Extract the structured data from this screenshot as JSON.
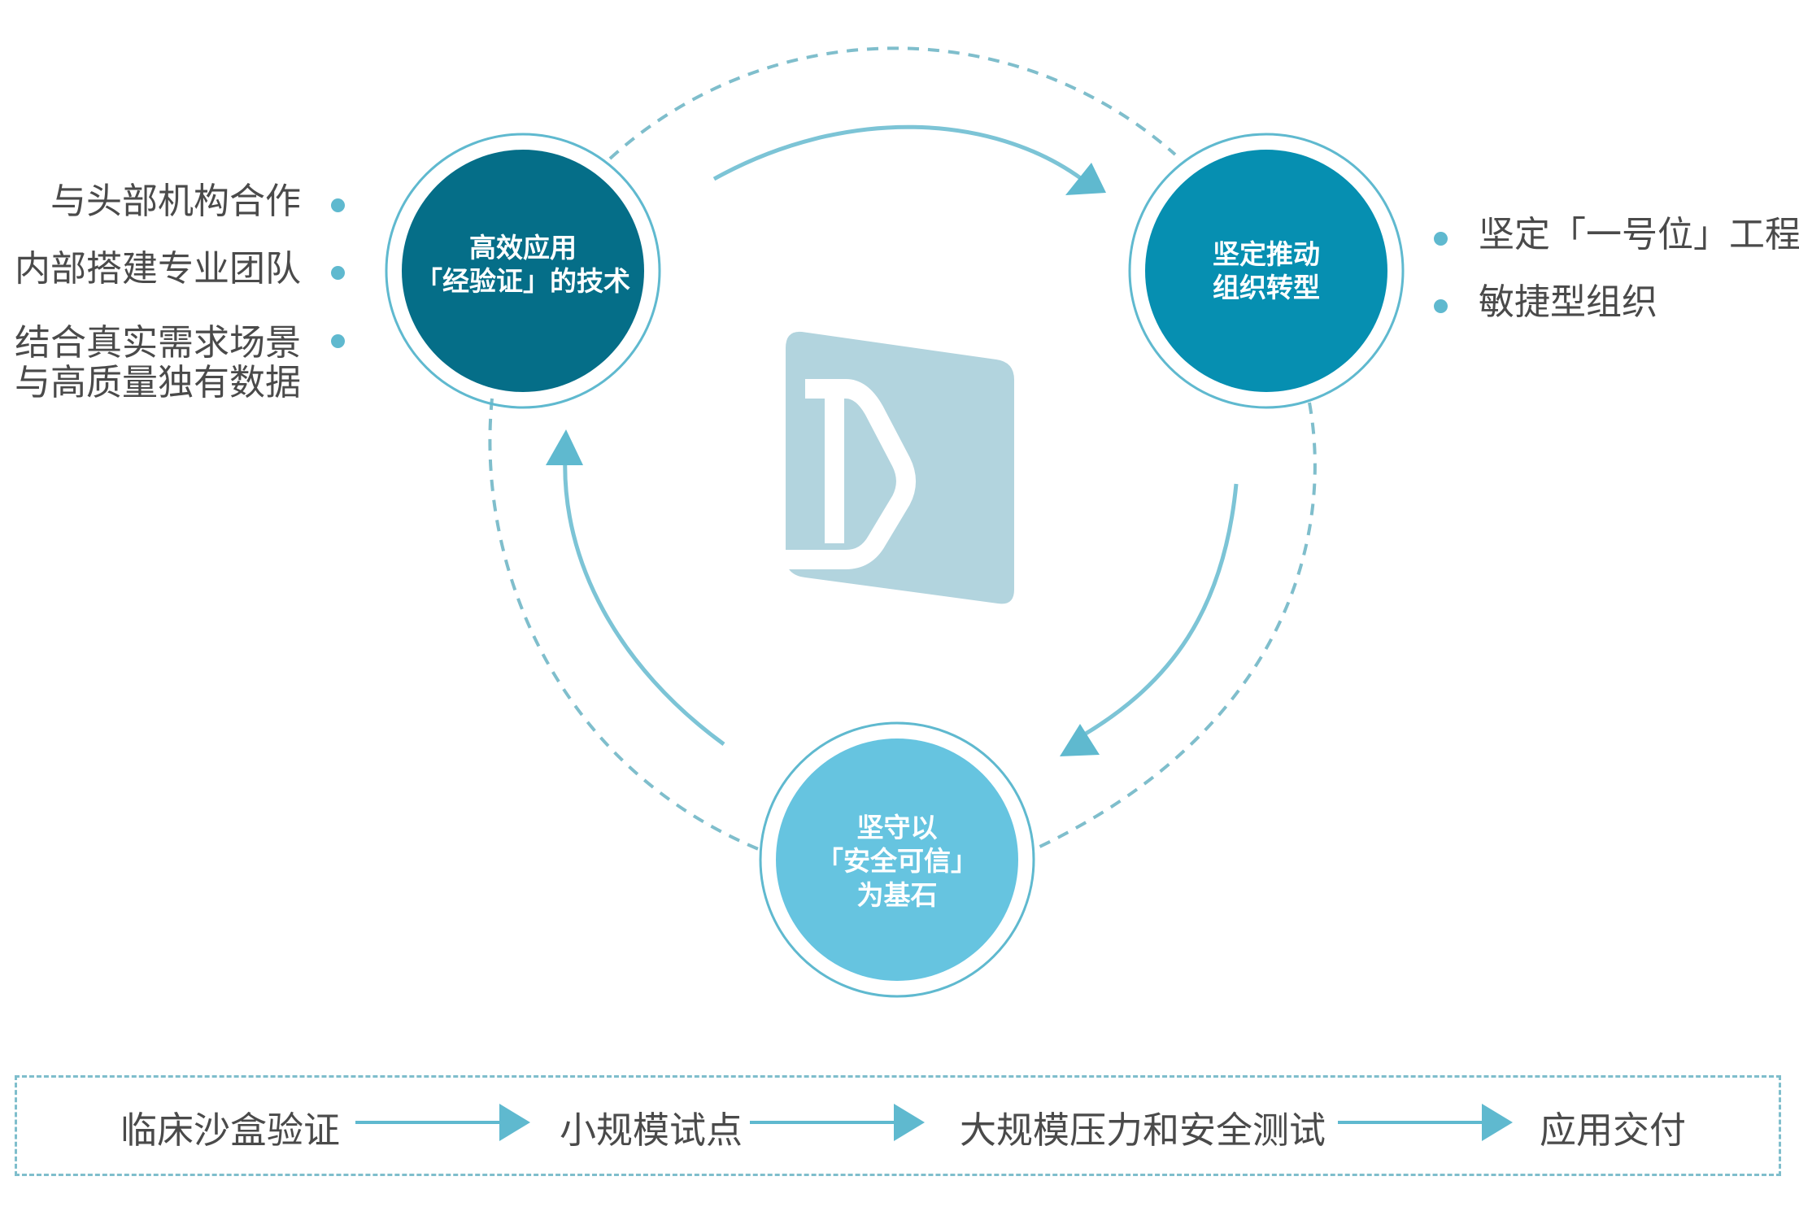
{
  "left_notes": [
    "与头部机构合作",
    "内部搭建专业团队",
    "结合真实需求场景",
    "与高质量独有数据"
  ],
  "right_notes": [
    "坚定「一号位」工程",
    "敏捷型组织"
  ],
  "circles": {
    "top_left": {
      "lines": [
        "高效应用",
        "「经验证」的技术"
      ],
      "color": "#056e88"
    },
    "top_right": {
      "lines": [
        "坚定推动",
        "组织转型"
      ],
      "color": "#068fb1"
    },
    "bottom": {
      "lines": [
        "坚守以",
        "「安全可信」",
        "为基石"
      ],
      "color": "#66c4e0"
    }
  },
  "logo": {
    "icon": "d-logo-icon",
    "color": "#b2d4de"
  },
  "colors": {
    "accent": "#5fb9cf",
    "dash": "#7fbecc",
    "text": "#4a4a4a"
  },
  "flow": {
    "steps": [
      "临床沙盒验证",
      "小规模试点",
      "大规模压力和安全测试",
      "应用交付"
    ]
  }
}
